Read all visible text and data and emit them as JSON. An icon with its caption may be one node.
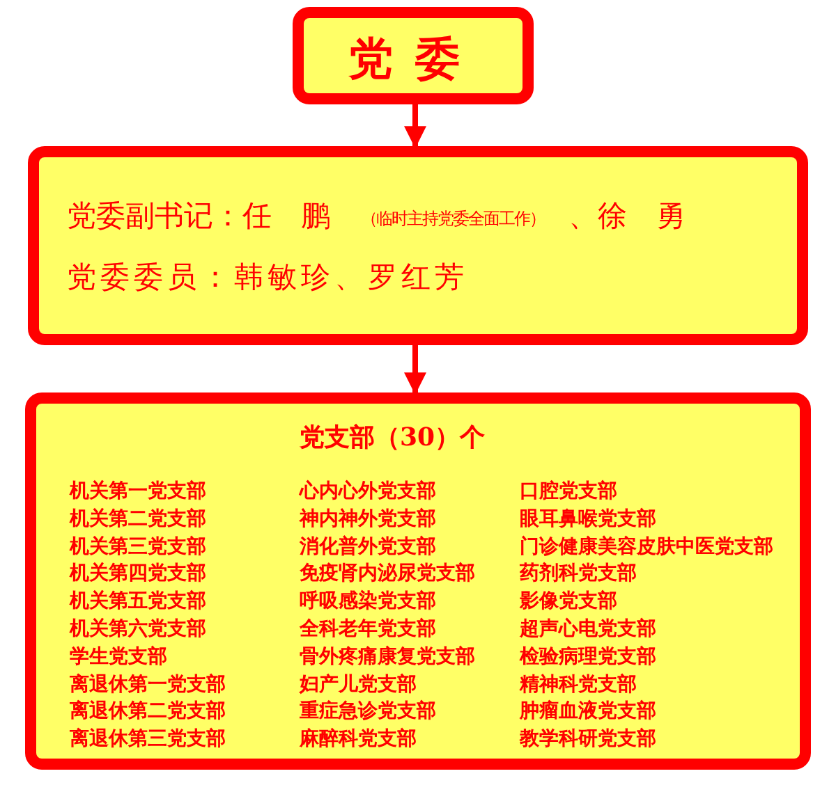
{
  "diagram": {
    "nodes": [
      {
        "text": [
          "党委"
        ]
      },
      {
        "text": [
          "党委副书记：任　鹏",
          "（临时主持党委全面工作）",
          "、徐　勇",
          "党委委员：韩敏珍、罗红芳"
        ]
      },
      {
        "text": [
          "党支部（30）个",
          "机关第一党支部",
          "机关第二党支部",
          "机关第三党支部",
          "机关第四党支部",
          "机关第五党支部",
          "机关第六党支部",
          "学生党支部",
          "离退休第一党支部",
          "离退休第二党支部",
          "离退休第三党支部",
          "心内心外党支部",
          "神内神外党支部",
          "消化普外党支部",
          "免疫肾内泌尿党支部",
          "呼吸感染党支部",
          "全科老年党支部",
          "骨外疼痛康复党支部",
          "妇产儿党支部",
          "重症急诊党支部",
          "麻醉科党支部",
          "口腔党支部",
          "眼耳鼻喉党支部",
          "门诊健康美容皮肤中医党支部",
          "药剂科党支部",
          "影像党支部",
          "超声心电党支部",
          "检验病理党支部",
          "精神科党支部",
          "肿瘤血液党支部",
          "教学科研党支部"
        ]
      }
    ],
    "edges": [
      {
        "from": 0,
        "to": 1,
        "arrow": "to"
      },
      {
        "from": 1,
        "to": 2,
        "arrow": "to"
      }
    ]
  }
}
